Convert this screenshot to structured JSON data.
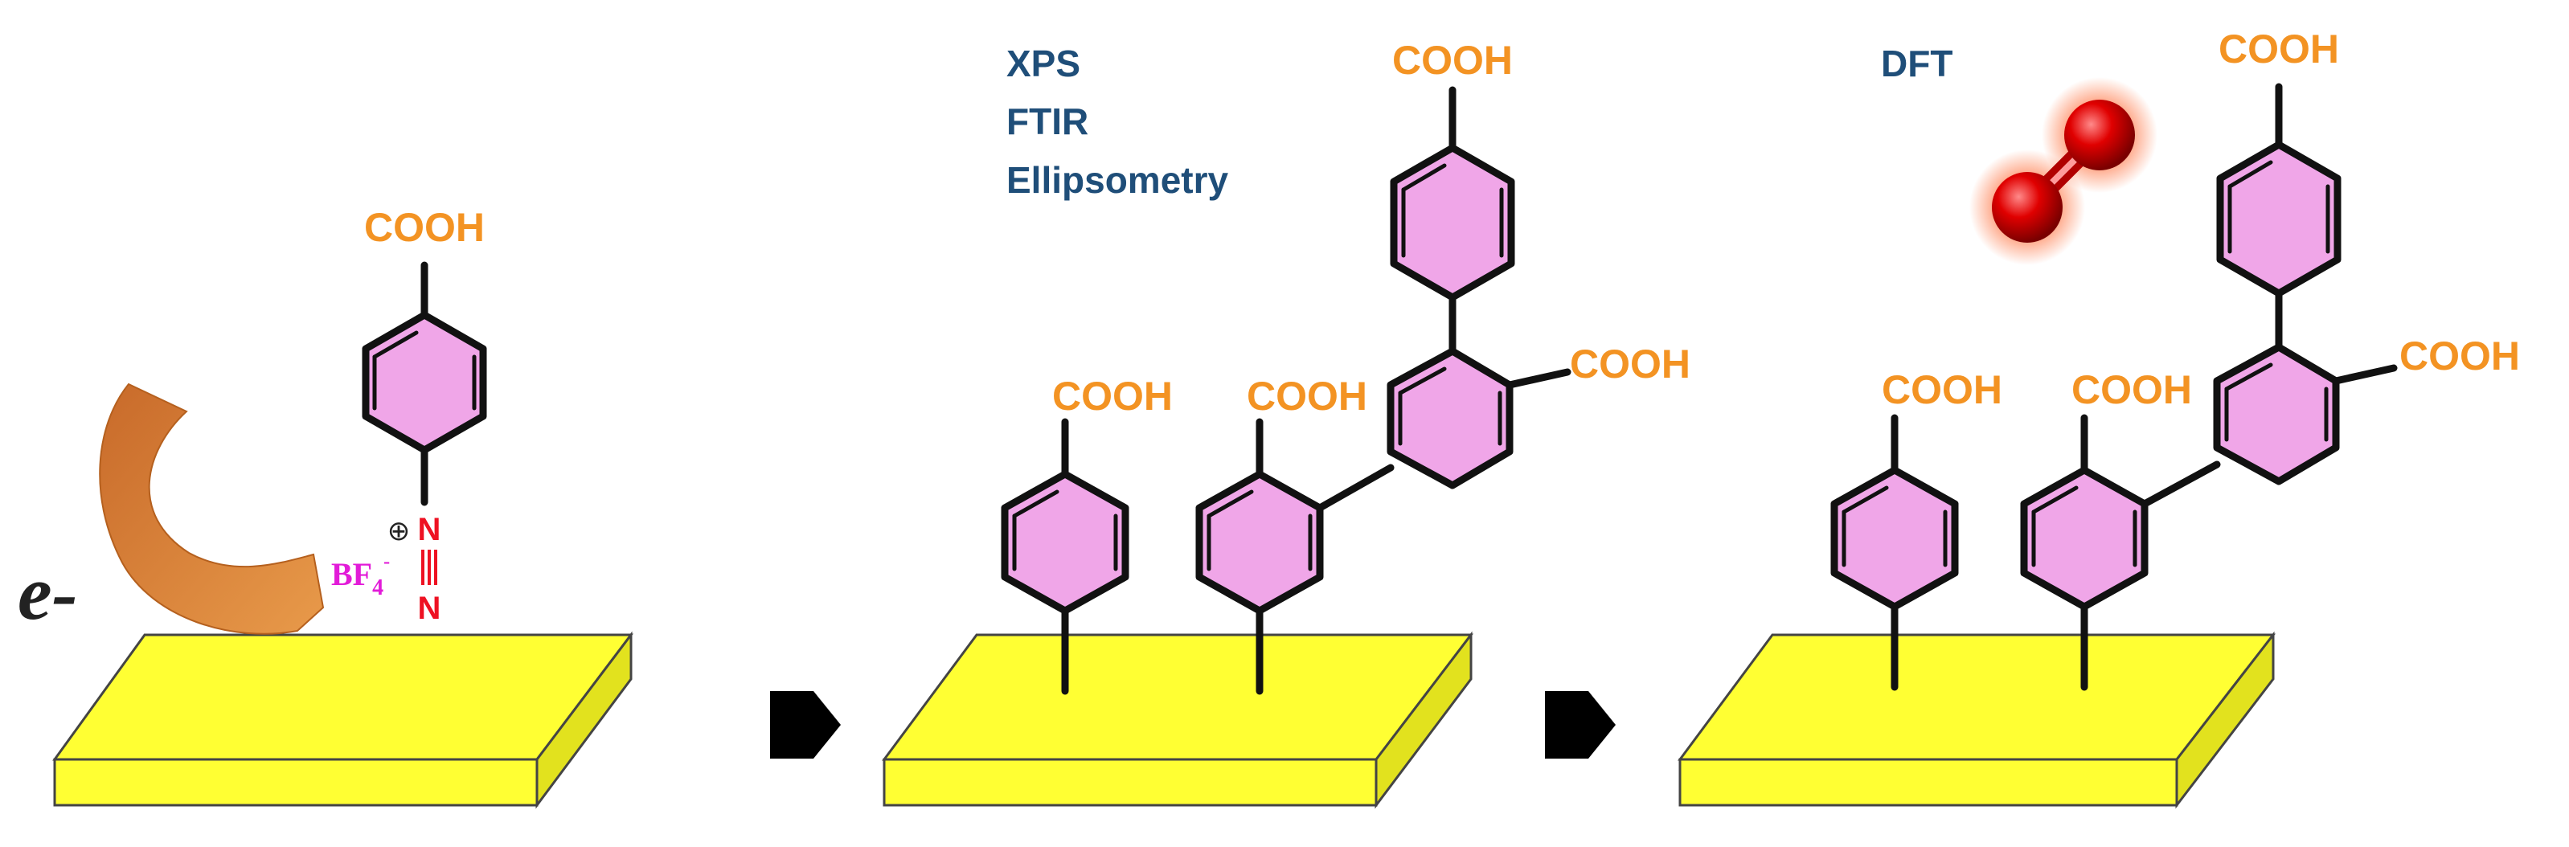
{
  "colors": {
    "substrate_top": "#ffff33",
    "substrate_side": "#e2e21e",
    "ring_fill": "#f0a6e8",
    "cooh": "#f39323",
    "tech_text": "#1f4e79",
    "nitrogen": "#ee1122",
    "counterion": "#e21bd8",
    "arrow": "#000000",
    "electron_arrow": "#d07a34",
    "oxygen": "#dd0000"
  },
  "panel1": {
    "electron_label": "e-",
    "charge_symbol": "⊕",
    "nitrogen_1": "N",
    "nitrogen_2": "N",
    "counterion": "BF",
    "counterion_sub": "4",
    "counterion_sup": "-",
    "group_label": "COOH"
  },
  "panel2": {
    "techniques": [
      "XPS",
      "FTIR",
      "Ellipsometry"
    ],
    "group_labels": [
      "COOH",
      "COOH",
      "COOH",
      "COOH"
    ]
  },
  "panel3": {
    "techniques": [
      "DFT"
    ],
    "group_labels": [
      "COOH",
      "COOH",
      "COOH",
      "COOH"
    ],
    "molecule": "O2"
  },
  "arrows": [
    {
      "icon": "arrow-right"
    },
    {
      "icon": "arrow-right"
    }
  ]
}
